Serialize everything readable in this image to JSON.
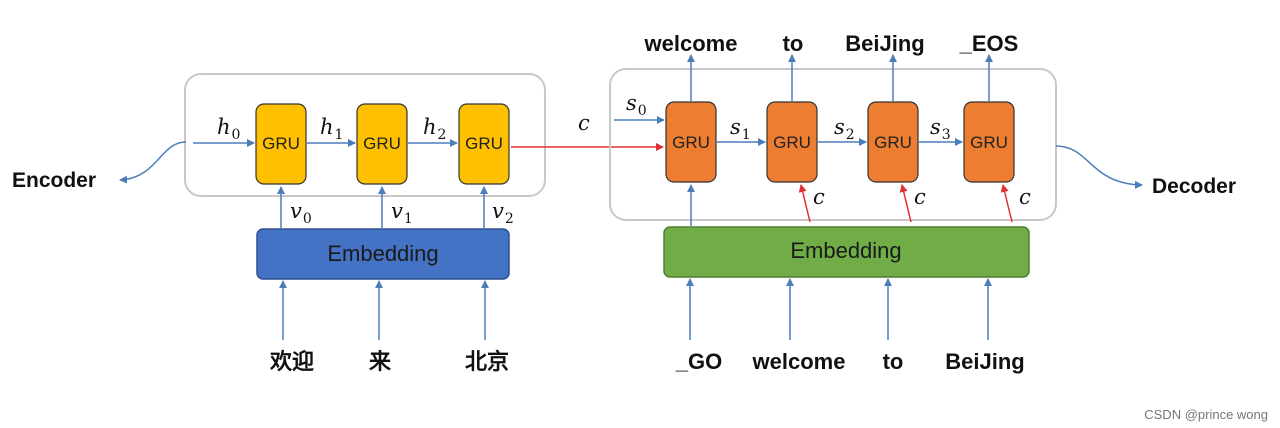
{
  "encoder": {
    "label": "Encoder",
    "gru_label": "GRU",
    "embedding_label": "Embedding",
    "hidden": [
      {
        "sym": "h",
        "sub": "0"
      },
      {
        "sym": "h",
        "sub": "1"
      },
      {
        "sym": "h",
        "sub": "2"
      }
    ],
    "vectors": [
      {
        "sym": "v",
        "sub": "0"
      },
      {
        "sym": "v",
        "sub": "1"
      },
      {
        "sym": "v",
        "sub": "2"
      }
    ],
    "inputs": [
      "欢迎",
      "来",
      "北京"
    ]
  },
  "context": {
    "sym": "c"
  },
  "decoder": {
    "label": "Decoder",
    "gru_label": "GRU",
    "embedding_label": "Embedding",
    "states": [
      {
        "sym": "s",
        "sub": "0"
      },
      {
        "sym": "s",
        "sub": "1"
      },
      {
        "sym": "s",
        "sub": "2"
      },
      {
        "sym": "s",
        "sub": "3"
      }
    ],
    "outputs": [
      "welcome",
      "to",
      "BeiJing",
      "_EOS"
    ],
    "inputs": [
      "_GO",
      "welcome",
      "to",
      "BeiJing"
    ]
  },
  "colors": {
    "encoder_gru": "#FFC000",
    "decoder_gru": "#ED7D31",
    "encoder_embedding": "#4472C4",
    "decoder_embedding": "#70AD47",
    "arrow": "#4A7EBB",
    "context_arrow": "#E03030"
  },
  "watermark": "CSDN @prince wong"
}
